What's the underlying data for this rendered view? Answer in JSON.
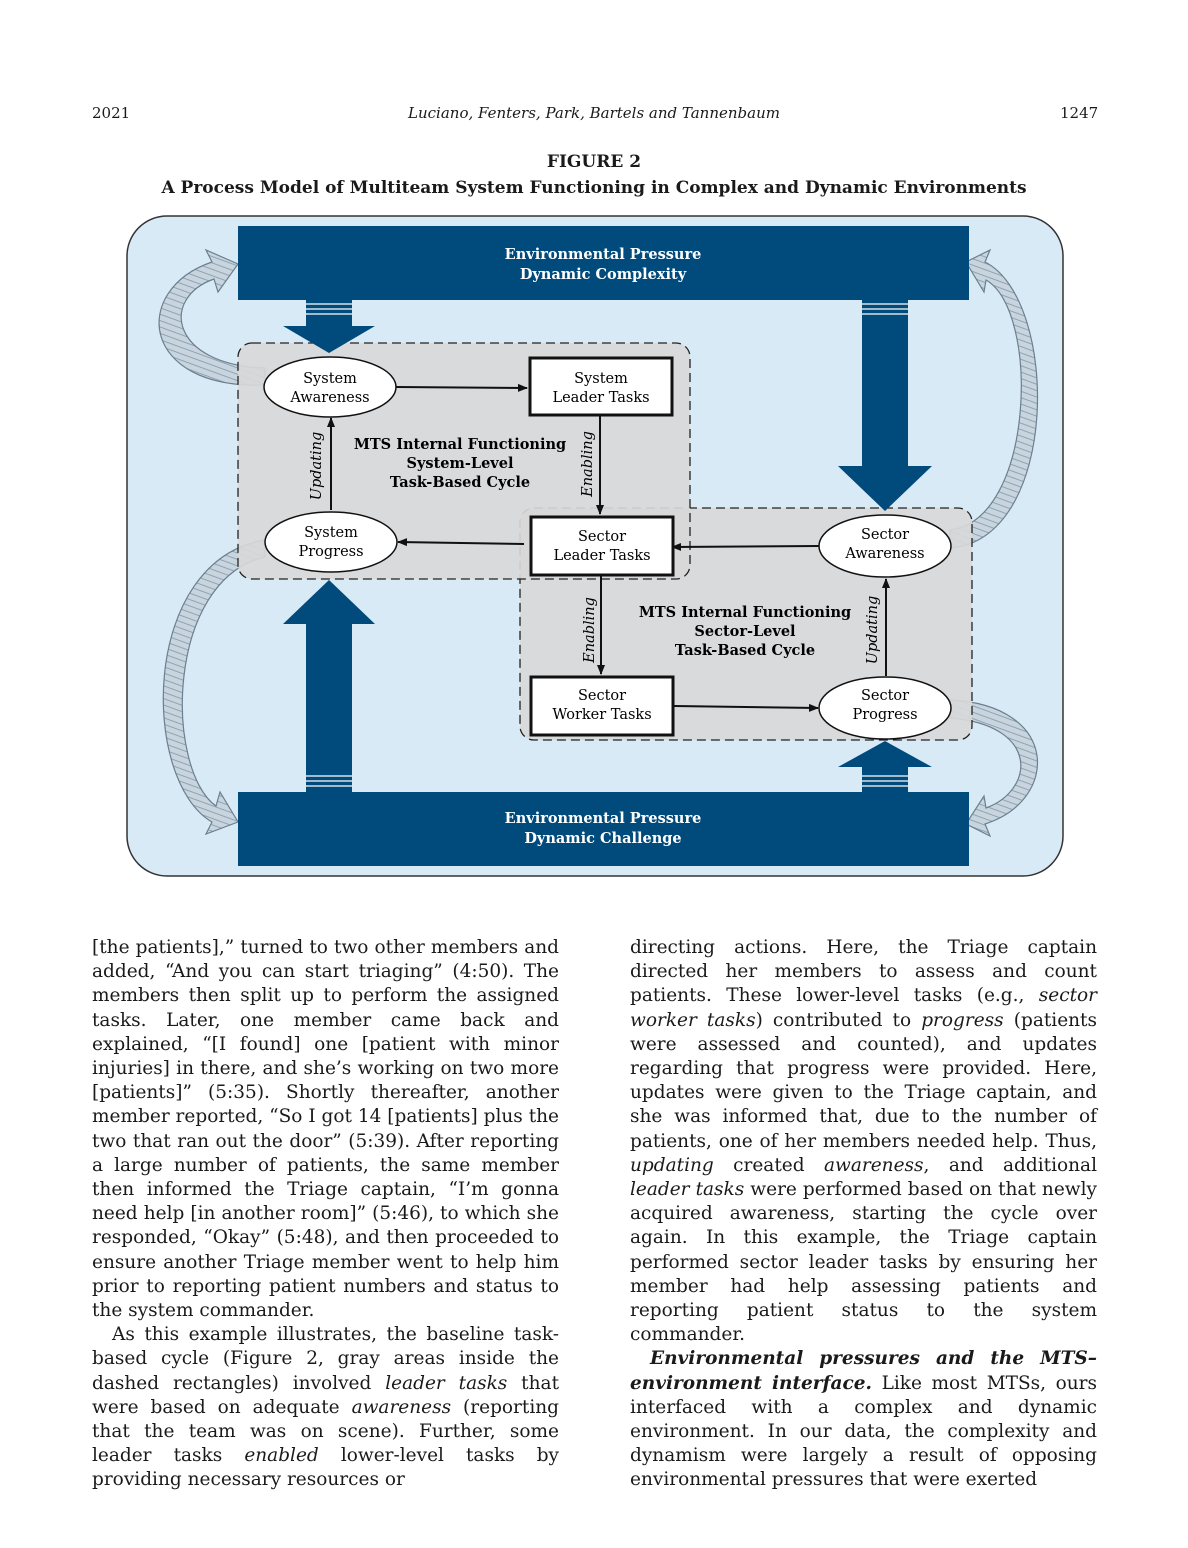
{
  "header": {
    "year": "2021",
    "authors": "Luciano, Fenters, Park, Bartels and Tannenbaum",
    "page": "1247"
  },
  "figure": {
    "label": "FIGURE 2",
    "title": "A Process Model of Multiteam System Functioning in Complex and Dynamic Environments"
  },
  "diagram": {
    "colors": {
      "navy": "#004a7c",
      "panel": "#d9eaf7",
      "cycle_gray": "#d8d8d8",
      "arc_fill": "#c7d3dc"
    },
    "top_bar": {
      "line1": "Environmental Pressure",
      "line2": "Dynamic Complexity"
    },
    "bottom_bar": {
      "line1": "Environmental Pressure",
      "line2": "Dynamic Challenge"
    },
    "system_cycle": {
      "caption1": "MTS Internal Functioning",
      "caption2": "System-Level",
      "caption3": "Task-Based Cycle",
      "awareness": {
        "line1": "System",
        "line2": "Awareness"
      },
      "leader_tasks": {
        "line1": "System",
        "line2": "Leader Tasks"
      },
      "progress": {
        "line1": "System",
        "line2": "Progress"
      },
      "updating": "Updating",
      "enabling": "Enabling"
    },
    "sector_cycle": {
      "caption1": "MTS Internal Functioning",
      "caption2": "Sector-Level",
      "caption3": "Task-Based Cycle",
      "leader_tasks": {
        "line1": "Sector",
        "line2": "Leader Tasks"
      },
      "awareness": {
        "line1": "Sector",
        "line2": "Awareness"
      },
      "worker_tasks": {
        "line1": "Sector",
        "line2": "Worker Tasks"
      },
      "progress": {
        "line1": "Sector",
        "line2": "Progress"
      },
      "updating": "Updating",
      "enabling": "Enabling"
    }
  },
  "body": {
    "left_p1": "[the patients],” turned to two other members and added, “And you can start triaging” (4:50). The members then split up to perform the assigned tasks. Later, one member came back and explained, “[I found] one [patient with minor injuries] in there, and she’s working on two more [patients]” (5:35). Shortly thereafter, another member reported, “So I got 14 [patients] plus the two that ran out the door” (5:39). After reporting a large number of patients, the same member then informed the Triage captain, “I’m gonna need help [in another room]” (5:46), to which she responded, “Okay” (5:48), and then proceeded to ensure another Triage member went to help him prior to reporting patient numbers and status to the system commander.",
    "left_p2_a": "As this example illustrates, the baseline task-based cycle (Figure 2, gray areas inside the dashed rectangles) involved ",
    "left_p2_i1": "leader tasks",
    "left_p2_b": " that were based on adequate ",
    "left_p2_i2": "awareness",
    "left_p2_c": " (reporting that the team was on scene). Further, some leader tasks ",
    "left_p2_i3": "enabled",
    "left_p2_d": " lower-level tasks by providing necessary resources or",
    "right_p1_a": "directing actions. Here, the Triage captain directed her members to assess and count patients. These lower-level tasks (e.g., ",
    "right_p1_i1": "sector worker tasks",
    "right_p1_b": ") contributed to ",
    "right_p1_i2": "progress",
    "right_p1_c": " (patients were assessed and counted), and updates regarding that progress were provided. Here, updates were given to the Triage captain, and she was informed that, due to the number of patients, one of her members needed help. Thus, ",
    "right_p1_i3": "updating",
    "right_p1_d": " created ",
    "right_p1_i4": "awareness",
    "right_p1_e": ", and additional ",
    "right_p1_i5": "leader tasks",
    "right_p1_f": " were performed based on that newly acquired awareness, starting the cycle over again. In this example, the Triage captain performed sector leader tasks by ensuring her member had help assessing patients and reporting patient status to the system commander.",
    "right_p2_heading": "Environmental pressures and the MTS–environment interface.",
    "right_p2_text": " Like most MTSs, ours interfaced with a complex and dynamic environment. In our data, the complexity and dynamism were largely a result of opposing environmental pressures that were exerted"
  }
}
